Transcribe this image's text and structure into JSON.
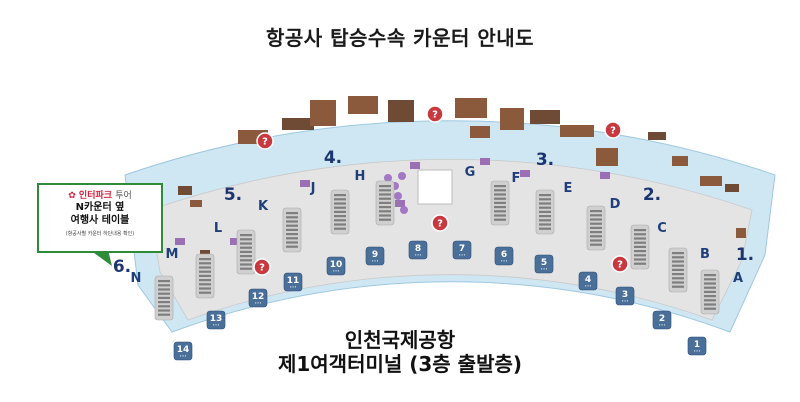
{
  "title": "항공사 탑승수속 카운터 안내도",
  "terminal": {
    "line1": "인천국제공항",
    "line2": "제1여객터미널 (3층 출발층)"
  },
  "callout": {
    "brand": "인터파크",
    "brand_suffix": "투어",
    "line1": "N카운터 옆",
    "line2": "여행사 테이블",
    "note": "(항공사별 카운터 하단내용 확인)",
    "border_color": "#2e8b3a"
  },
  "counters": [
    "A",
    "B",
    "C",
    "D",
    "E",
    "F",
    "G",
    "H",
    "J",
    "K",
    "L",
    "M",
    "N"
  ],
  "zones": [
    "1.",
    "2.",
    "3.",
    "4.",
    "5.",
    "6."
  ],
  "gates": [
    "1",
    "2",
    "3",
    "4",
    "5",
    "6",
    "7",
    "8",
    "9",
    "10",
    "11",
    "12",
    "13",
    "14"
  ],
  "icons": {
    "info": "question-mark-info-icon",
    "brand_logo": "interpark-logo-icon"
  },
  "colors": {
    "floor_outer": "#cfe6f3",
    "floor_inner": "#e3e3e3",
    "counter": "#7e7e7e",
    "shop": "#8b5a3c",
    "gate": "#4a6f99",
    "info_icon": "#c8383f",
    "accent_purple": "#9a6fb4"
  }
}
